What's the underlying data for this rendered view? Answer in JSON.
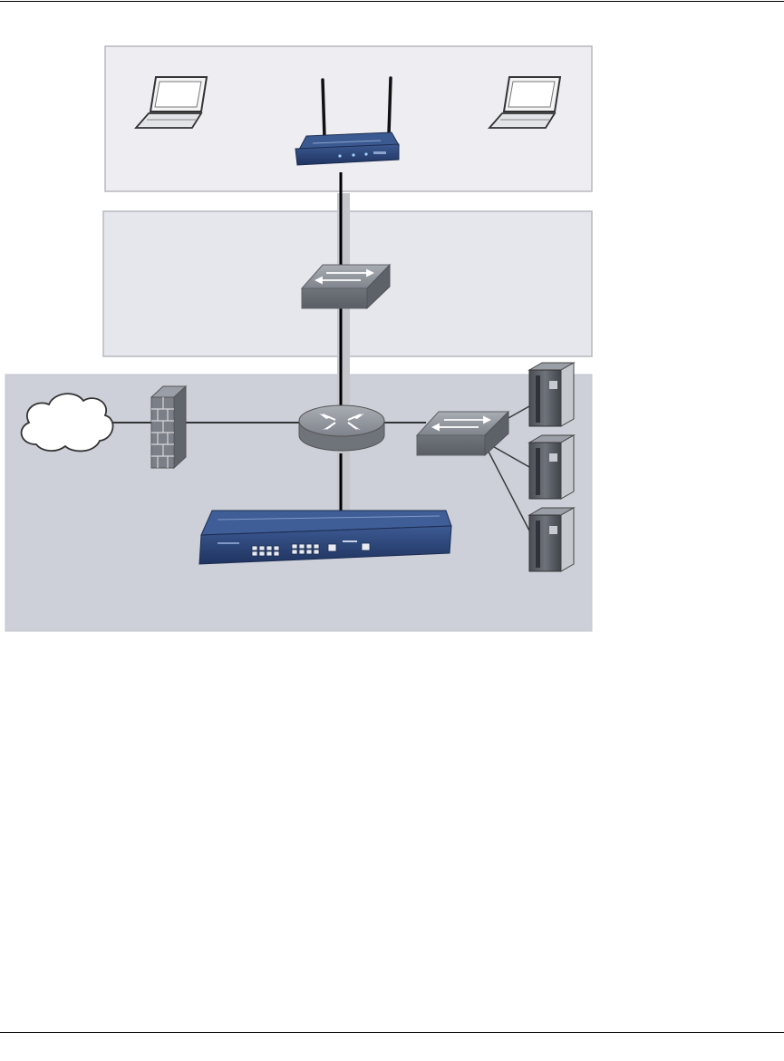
{
  "diagram": {
    "zones": [
      {
        "id": "wireless-zone",
        "fill": "#eeeef2"
      },
      {
        "id": "distribution-zone",
        "fill": "#e6e7ec"
      },
      {
        "id": "core-zone",
        "fill": "#cdd0d9"
      }
    ],
    "devices": [
      {
        "name": "laptop-left",
        "icon": "laptop-icon"
      },
      {
        "name": "wireless-access-point",
        "icon": "wireless-ap-icon"
      },
      {
        "name": "laptop-right",
        "icon": "laptop-icon"
      },
      {
        "name": "distribution-switch",
        "icon": "switch-icon"
      },
      {
        "name": "internet-cloud",
        "icon": "cloud-icon"
      },
      {
        "name": "firewall",
        "icon": "firewall-icon"
      },
      {
        "name": "core-router",
        "icon": "router-icon"
      },
      {
        "name": "server-switch",
        "icon": "switch-icon"
      },
      {
        "name": "server-1",
        "icon": "server-icon"
      },
      {
        "name": "server-2",
        "icon": "server-icon"
      },
      {
        "name": "server-3",
        "icon": "server-icon"
      },
      {
        "name": "wireless-controller",
        "icon": "rackmount-controller-icon"
      }
    ],
    "colors": {
      "device_navy": "#2b4272",
      "device_gray": "#8f939b",
      "link_black": "#000000",
      "link_gray": "#bcbec4"
    }
  }
}
